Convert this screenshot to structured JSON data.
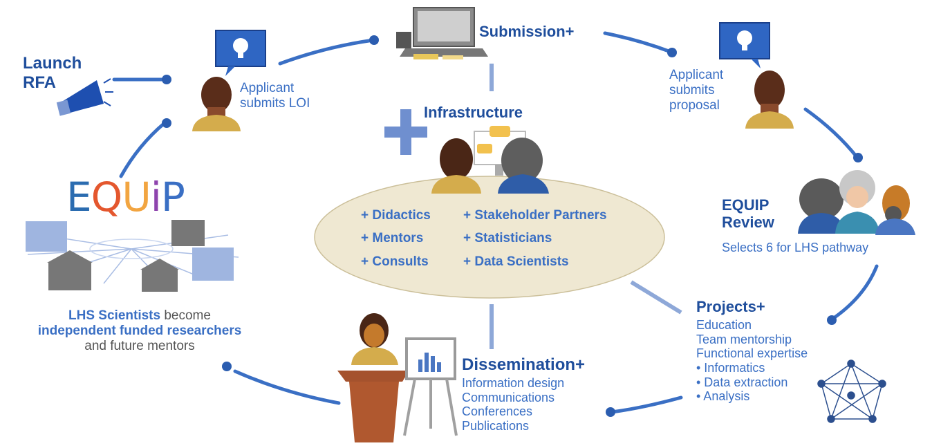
{
  "colors": {
    "accent_blue": "#3a6fc4",
    "navy": "#1f4e9c",
    "skin": "#6e3b26",
    "gold": "#d2a845",
    "ellipse": "#eee7cf",
    "building": "#8fa9d6",
    "logo": [
      "#2b6cb0",
      "#e4572e",
      "#f2a541",
      "#8e44ad",
      "#3a6fc4"
    ]
  },
  "launch": {
    "line1": "Launch",
    "line2": "RFA",
    "icon": "megaphone-icon"
  },
  "loi": {
    "line1": "Applicant",
    "line2": "submits LOI",
    "icon": "lightbulb-icon"
  },
  "submission": {
    "label": "Submission+",
    "icon": "laptop-icon"
  },
  "proposal": {
    "line1": "Applicant",
    "line2": "submits",
    "line3": "proposal",
    "icon": "lightbulb-icon"
  },
  "review": {
    "line1": "EQUIP",
    "line2": "Review",
    "desc": "Selects 6 for LHS pathway"
  },
  "projects": {
    "title": "Projects+",
    "items": [
      "Education",
      "Team mentorship",
      "Functional expertise"
    ],
    "bullets": [
      "• Informatics",
      "• Data extraction",
      "• Analysis"
    ],
    "icon": "network-icon"
  },
  "dissemination": {
    "title": "Dissemination+",
    "items": [
      "Information design",
      "Communications",
      "Conferences",
      "Publications"
    ]
  },
  "logo": {
    "letters": [
      "E",
      "Q",
      "U",
      "i",
      "P"
    ]
  },
  "scientists": {
    "bold1": "LHS Scientists",
    "rest1": " become",
    "line2": "independent funded researchers",
    "line3": "and future mentors"
  },
  "infrastructure": {
    "title": "Infrastructure",
    "left": [
      "+ Didactics",
      "+ Mentors",
      "+ Consults"
    ],
    "right": [
      "+ Stakeholder Partners",
      "+ Statisticians",
      "+ Data Scientists"
    ]
  }
}
